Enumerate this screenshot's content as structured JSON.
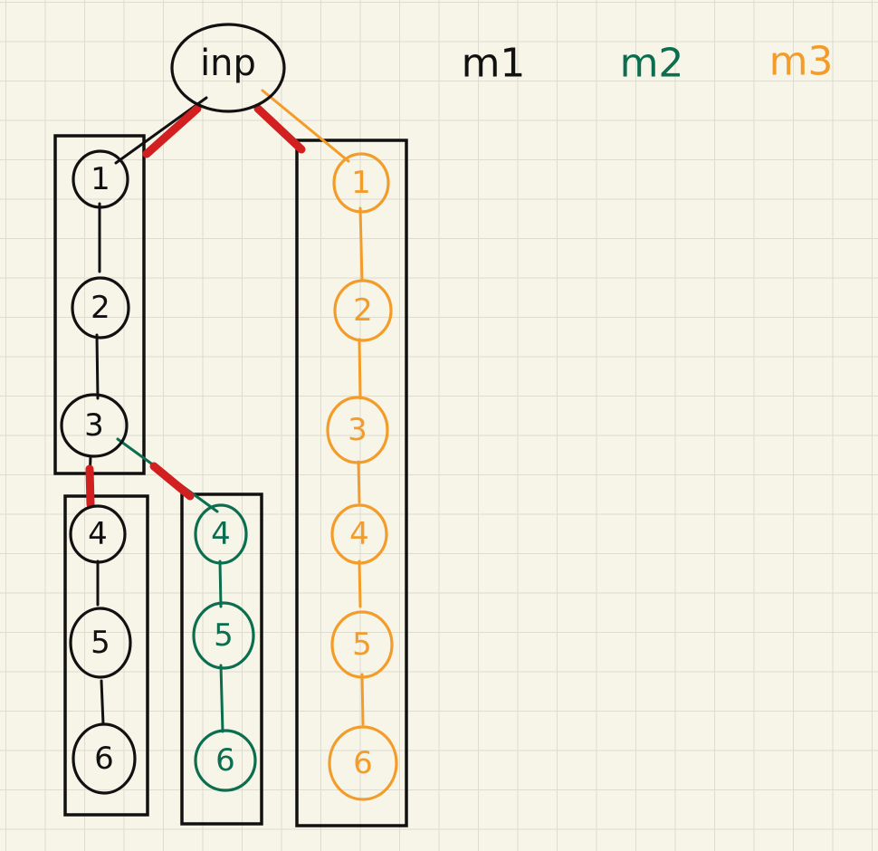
{
  "colors": {
    "m1": "#111111",
    "m2": "#0b6e4f",
    "m3": "#f39c2a",
    "cut": "#d21f1f",
    "box": "#111111"
  },
  "root": {
    "label": "inp"
  },
  "legend": [
    {
      "id": "m1",
      "label": "m1"
    },
    {
      "id": "m2",
      "label": "m2"
    },
    {
      "id": "m3",
      "label": "m3"
    }
  ],
  "columns": [
    {
      "id": "m1",
      "nodes": [
        "1",
        "2",
        "3",
        "4",
        "5",
        "6"
      ]
    },
    {
      "id": "m2",
      "nodes": [
        "4",
        "5",
        "6"
      ]
    },
    {
      "id": "m3",
      "nodes": [
        "1",
        "2",
        "3",
        "4",
        "5",
        "6"
      ]
    }
  ]
}
